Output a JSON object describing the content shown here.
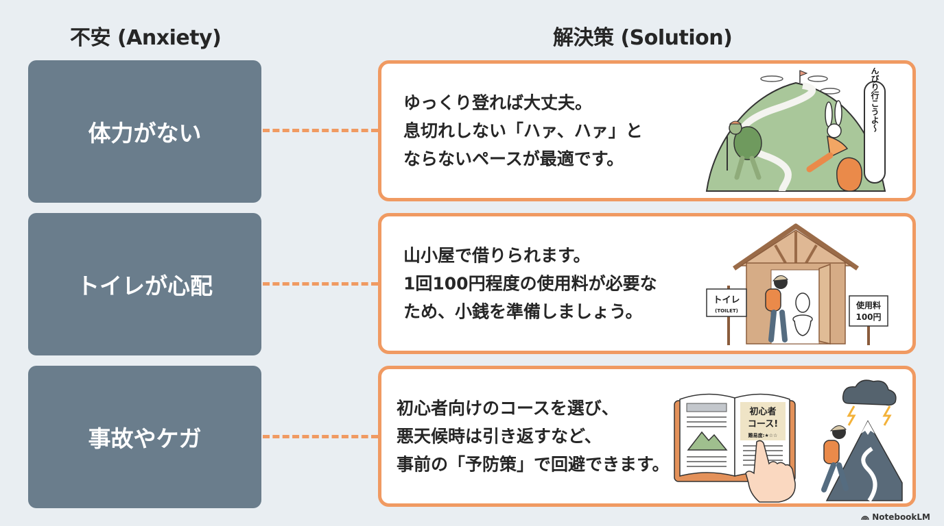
{
  "headers": {
    "anxiety": "不安 (Anxiety)",
    "solution": "解決策 (Solution)"
  },
  "rows": [
    {
      "anxiety": "体力がない",
      "solution_lines": [
        "ゆっくり登れば大丈夫。",
        "息切れしない「ハァ、ハァ」と",
        "ならないペースが最適です。"
      ],
      "illustration": {
        "name": "turtle-and-rabbit-hiking-illustration",
        "speech_bubble": "のんびり行こうよ〜"
      }
    },
    {
      "anxiety": "トイレが心配",
      "solution_lines": [
        "山小屋で借りられます。",
        "1回100円程度の使用料が必要な",
        "ため、小銭を準備しましょう。"
      ],
      "illustration": {
        "name": "mountain-hut-toilet-illustration",
        "sign_left_main": "トイレ",
        "sign_left_sub": "(TOILET)",
        "sign_right_line1": "使用料",
        "sign_right_line2": "100円"
      }
    },
    {
      "anxiety": "事故やケガ",
      "solution_lines": [
        "初心者向けのコースを選び、",
        "悪天候時は引き返すなど、",
        "事前の「予防策」で回避できます。"
      ],
      "illustration": {
        "name": "guidebook-and-storm-illustration",
        "book_title_line1": "初心者",
        "book_title_line2": "コース!",
        "book_difficulty": "難易度:★☆☆"
      }
    }
  ],
  "colors": {
    "background": "#e9eef2",
    "anxiety_box": "#6a7d8c",
    "accent_orange": "#f09a62",
    "text_dark": "#262626"
  },
  "brand": {
    "label": "NotebookLM"
  }
}
